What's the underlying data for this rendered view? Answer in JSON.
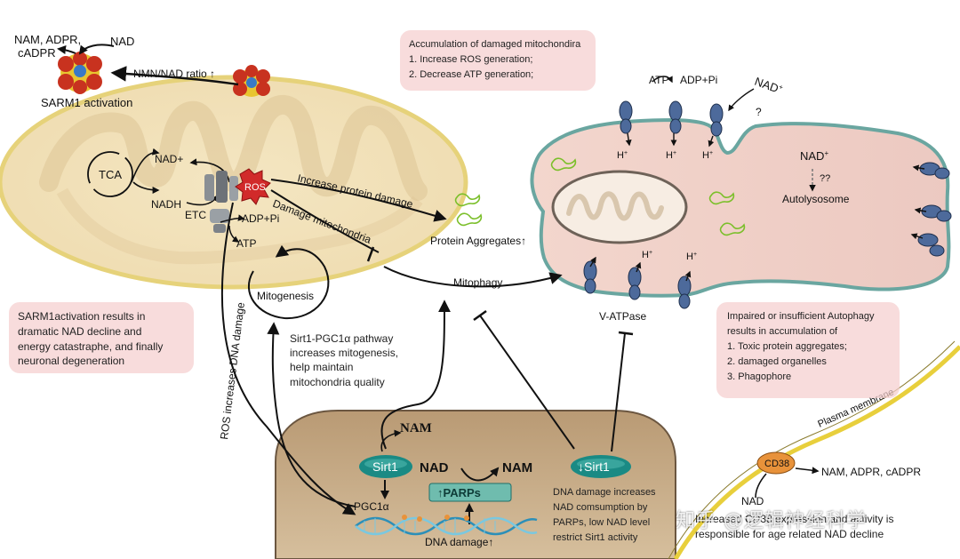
{
  "mito": {
    "sarm1_products": "NAM, ADPR,",
    "sarm1_products_2": "cADPR",
    "nad_top": "NAD",
    "ratio": "NMN/NAD ratio ↑",
    "sarm1_activation": "SARM1 activation",
    "tca": "TCA",
    "nad_plus": "NAD+",
    "nadh": "NADH",
    "ros": "ROS",
    "etc": "ETC",
    "adp_pi": "ADP+Pi",
    "atp": "ATP"
  },
  "arrows": {
    "increase_protein_damage": "Increase protein damage",
    "damage_mitochondria": "Damage mitochondria",
    "ros_dna_damage": "ROS increases DNA damage",
    "mitophagy": "Mitophagy",
    "mitogenesis": "Mitogenesis",
    "protein_aggregates": "Protein Aggregates↑"
  },
  "box_mito_damage": {
    "title": "Accumulation of damaged mitochondira",
    "line1": "1. Increase ROS generation;",
    "line2": "2. Decrease ATP generation;"
  },
  "box_sarm1": {
    "line1": "SARM1activation results in",
    "line2": "dramatic NAD decline and",
    "line3": "energy catastraphe,  and finally",
    "line4": "neuronal degeneration"
  },
  "sirt_pathway": {
    "line1": "Sirt1-PGC1α pathway",
    "line2": "increases mitogenesis,",
    "line3": "help maintain",
    "line4": "mitochondria quality"
  },
  "lysosome": {
    "atp": "ATP",
    "adp_pi": "ADP+Pi",
    "nad_plus_top": "NAD",
    "nad_sup": "+",
    "question": "?",
    "h_plus": "H",
    "h_sup": "+",
    "nad_plus_mid": "NAD",
    "double_question": "??",
    "autolysosome": "Autolysosome",
    "v_atpase": "V-ATPase"
  },
  "box_autophagy": {
    "line1": "Impaired or insufficient Autophagy",
    "line2": "results in accumulation of",
    "line3": "1. Toxic protein aggregates;",
    "line4": "2. damaged organelles",
    "line5": "3. Phagophore"
  },
  "nucleus": {
    "nam_top": "NAM",
    "sirt1_left": "Sirt1",
    "nad": "NAD",
    "nam_right": "NAM",
    "sirt1_right": "↓Sirt1",
    "parps": "↑PARPs",
    "pgc1a": "PGC1α",
    "dna_damage": "DNA damage↑",
    "dna_text_1": "DNA damage increases",
    "dna_text_2": "NAD comsumption by",
    "dna_text_3": "PARPs, low NAD level",
    "dna_text_4": "restrict Sirt1 activity"
  },
  "membrane": {
    "plasma_membrane": "Plasma membrane",
    "cd38": "CD38",
    "products": "NAM, ADPR, cADPR",
    "nad": "NAD",
    "text_1": "Increased CD38 expression and activity is",
    "text_2": "responsible for age related NAD decline"
  },
  "watermark": "知乎 @逻辑神经科学",
  "colors": {
    "mito_fill": "#f3e2b9",
    "mito_outline": "#e8d57c",
    "lysosome_fill": "#f2d2cb",
    "lysosome_outline": "#6aa6a0",
    "nucleus_fill": "#c9ad8a",
    "box_fill": "#f5cece",
    "sirt_fill": "#1a8a84",
    "parp_fill": "#6fbcae",
    "vatpase": "#4d6a9b",
    "aggregate": "#7bbf2a",
    "cd38": "#e8923a",
    "plasma": "#e8cf3c"
  }
}
